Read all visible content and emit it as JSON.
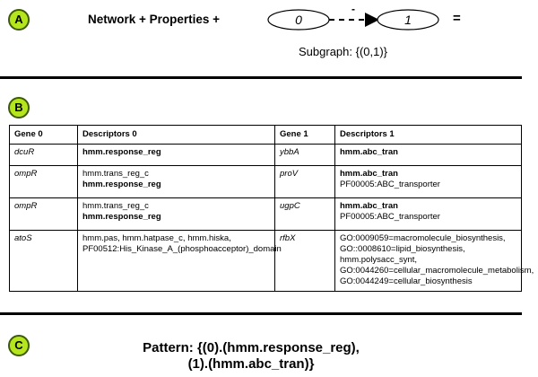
{
  "section_a": {
    "badge": "A",
    "title": "Network + Properties +",
    "node_left": "0",
    "node_right": "1",
    "edge_sign": "-",
    "equals": "=",
    "subgraph": "Subgraph: {(0,1)}"
  },
  "section_b": {
    "badge": "B",
    "headers": [
      "Gene 0",
      "Descriptors 0",
      "Gene 1",
      "Descriptors 1"
    ],
    "rows": [
      {
        "gene0": "dcuR",
        "desc0": [
          {
            "text": "hmm.response_reg",
            "bold": true
          }
        ],
        "gene1": "ybbA",
        "desc1": [
          {
            "text": "hmm.abc_tran",
            "bold": true
          }
        ]
      },
      {
        "gene0": "ompR",
        "desc0": [
          {
            "text": "hmm.trans_reg_c",
            "bold": false
          },
          {
            "text": "hmm.response_reg",
            "bold": true
          }
        ],
        "gene1": "proV",
        "desc1": [
          {
            "text": "hmm.abc_tran",
            "bold": true
          },
          {
            "text": "PF00005:ABC_transporter",
            "bold": false
          }
        ]
      },
      {
        "gene0": "ompR",
        "desc0": [
          {
            "text": "hmm.trans_reg_c",
            "bold": false
          },
          {
            "text": "hmm.response_reg",
            "bold": true
          }
        ],
        "gene1": "ugpC",
        "desc1": [
          {
            "text": "hmm.abc_tran",
            "bold": true
          },
          {
            "text": "PF00005:ABC_transporter",
            "bold": false
          }
        ]
      },
      {
        "gene0": "atoS",
        "desc0": [
          {
            "text": "hmm.pas, hmm.hatpase_c, hmm.hiska, PF00512:His_Kinase_A_(phosphoacceptor)_domain",
            "bold": false
          }
        ],
        "gene1": "rfbX",
        "desc1": [
          {
            "text": "GO:0009059=macromolecule_biosynthesis, GO::0008610=lipid_biosynthesis, hmm.polysacc_synt, GO:0044260=cellular_macromolecule_metabolism, GO:0044249=cellular_biosynthesis",
            "bold": false
          }
        ]
      }
    ]
  },
  "section_c": {
    "badge": "C",
    "pattern_line1": "Pattern: {(0).(hmm.response_reg),",
    "pattern_line2": "(1).(hmm.abc_tran)}"
  },
  "colors": {
    "badge_fill": "#b5e61d",
    "badge_border": "#3c5a08"
  }
}
